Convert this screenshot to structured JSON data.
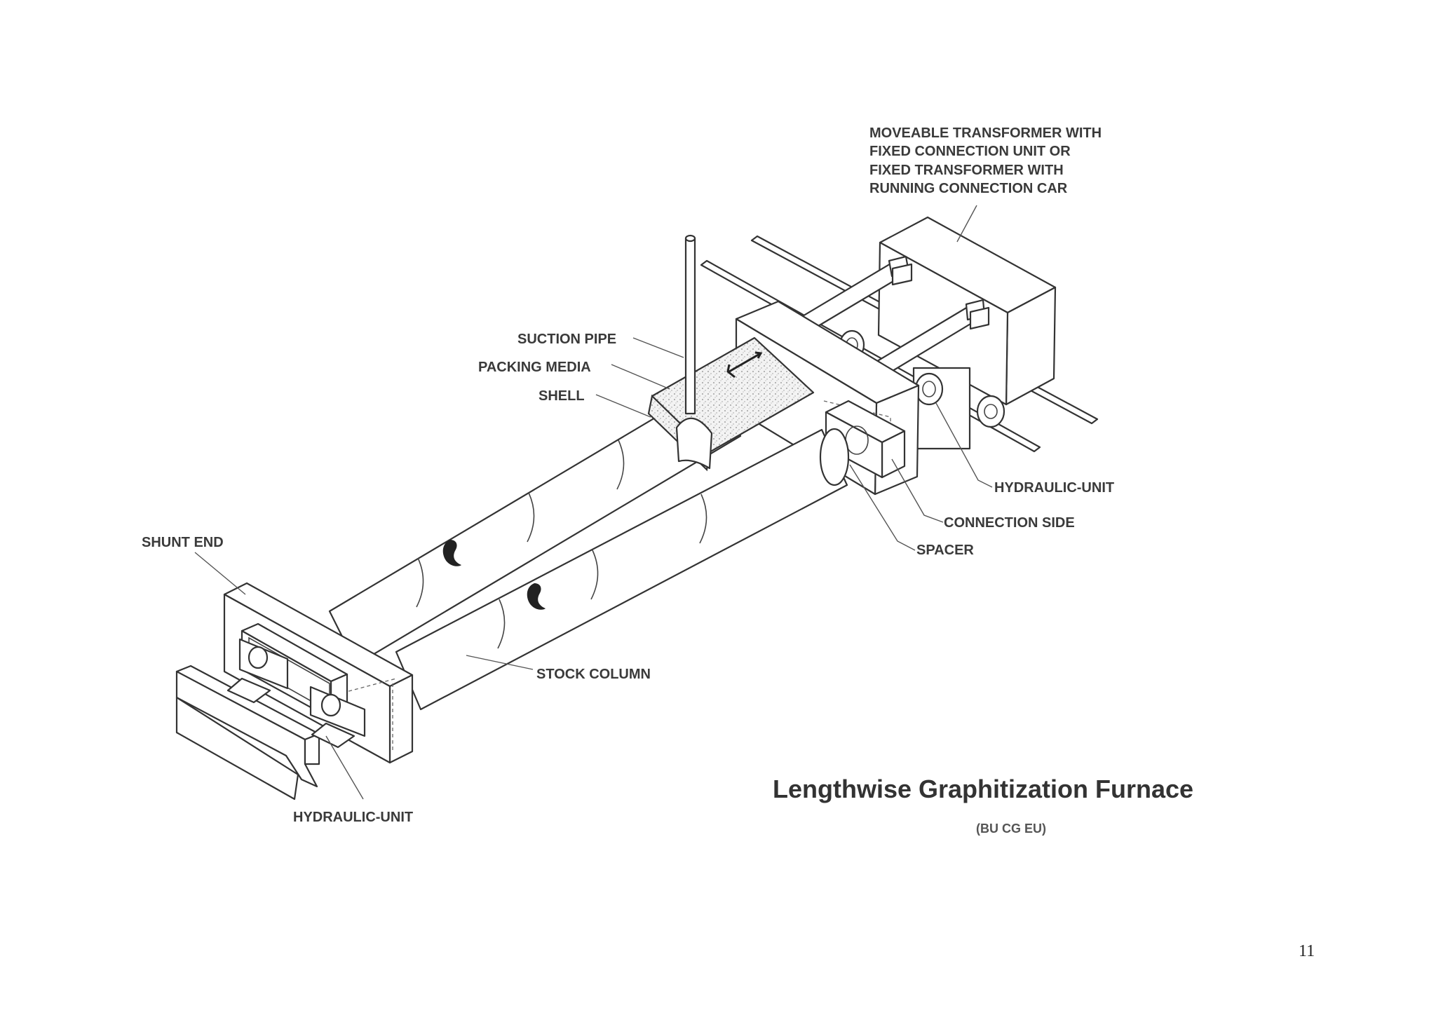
{
  "labels": {
    "transformer": [
      "MOVEABLE TRANSFORMER WITH",
      "FIXED CONNECTION UNIT OR",
      "FIXED TRANSFORMER WITH",
      "RUNNING CONNECTION CAR"
    ],
    "suction_pipe": "SUCTION PIPE",
    "packing_media": "PACKING MEDIA",
    "shell": "SHELL",
    "hydraulic_unit_right": "HYDRAULIC-UNIT",
    "connection_side": "CONNECTION SIDE",
    "spacer": "SPACER",
    "shunt_end": "SHUNT END",
    "stock_column": "STOCK COLUMN",
    "hydraulic_unit_left": "HYDRAULIC-UNIT"
  },
  "title": "Lengthwise Graphitization Furnace",
  "subtitle": "(BU CG EU)",
  "page_number": "11"
}
